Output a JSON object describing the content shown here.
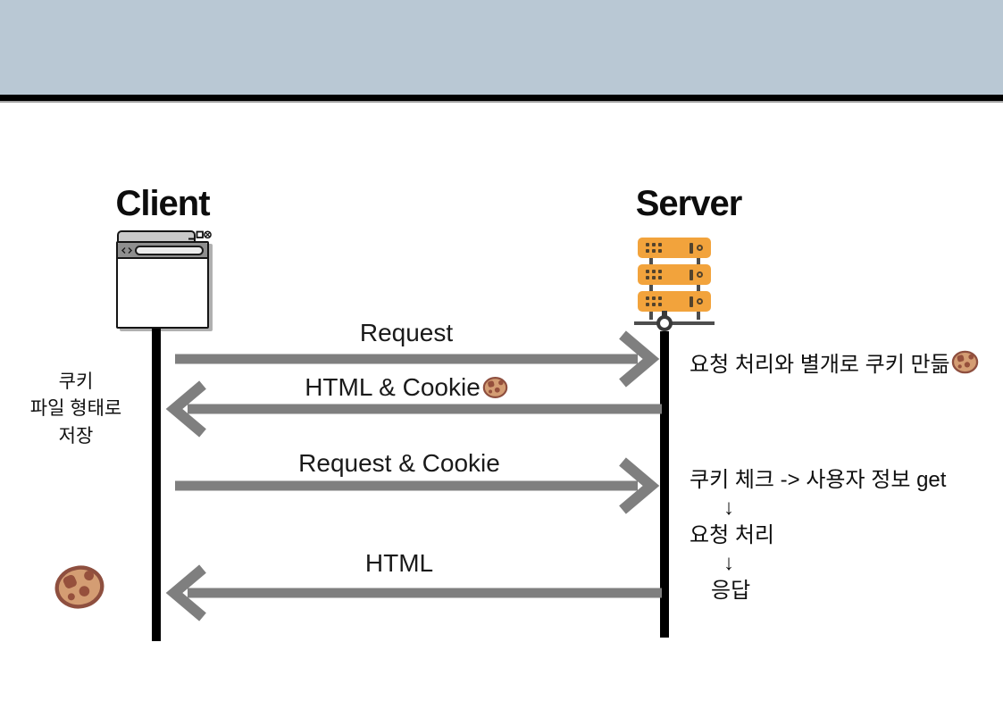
{
  "client": {
    "title": "Client",
    "note": "쿠키\n파일 형태로\n저장"
  },
  "server": {
    "title": "Server",
    "note_create_cookie": "요청 처리와 별개로 쿠키 만듦",
    "process_steps": [
      "쿠키 체크 -> 사용자 정보 get",
      "↓",
      "요청 처리",
      "↓",
      "응답"
    ]
  },
  "messages": [
    {
      "label": "Request",
      "direction": "right",
      "has_cookie_icon": false
    },
    {
      "label": "HTML & Cookie",
      "direction": "left",
      "has_cookie_icon": true
    },
    {
      "label": "Request & Cookie",
      "direction": "right",
      "has_cookie_icon": false
    },
    {
      "label": "HTML",
      "direction": "left",
      "has_cookie_icon": false
    }
  ],
  "icons": {
    "cookie": "cookie-icon",
    "browser": "browser-window-icon",
    "server": "server-rack-icon"
  },
  "colors": {
    "band": "#b9c8d4",
    "bar": "#000000",
    "arrow": "#7f7f7f",
    "server_orange": "#f2a33c",
    "rail": "#4d4d4d",
    "cookie_body": "#d49d73",
    "cookie_line": "#8e4f3f",
    "cookie_chip": "#96503c"
  }
}
